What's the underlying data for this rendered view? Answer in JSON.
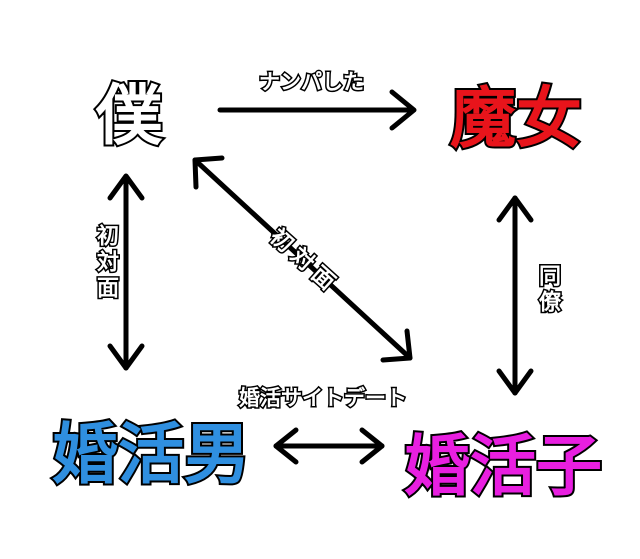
{
  "colors": {
    "boku": "#ffffff",
    "majo": "#e8141b",
    "konkatsu_otoko": "#2f8fe0",
    "konkatsu_ko": "#e81fe0",
    "arrow": "#000000"
  },
  "nodes": {
    "boku": "僕",
    "majo": "魔女",
    "konkatsu_otoko": "婚活男",
    "konkatsu_ko": "婚活子"
  },
  "edges": {
    "boku_to_majo": "ナンパした",
    "boku_konkatsu_otoko": "初対面",
    "boku_konkatsu_ko": "初対面",
    "majo_konkatsu_ko": "同僚",
    "otoko_konkatsu_ko": "婚活サイトデート"
  }
}
